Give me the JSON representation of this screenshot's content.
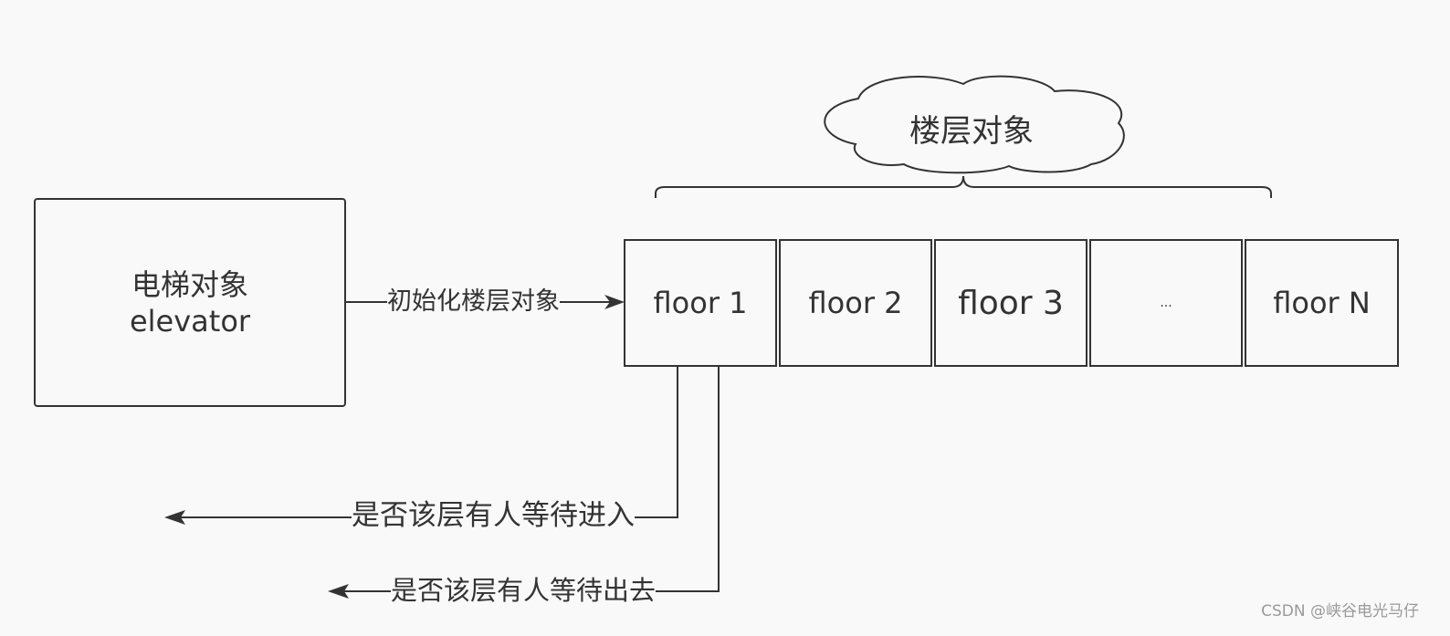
{
  "elevator": {
    "line1": "电梯对象",
    "line2": "elevator"
  },
  "floors_label": "楼层对象",
  "floors": [
    {
      "label": "floor 1"
    },
    {
      "label": "floor 2"
    },
    {
      "label": "floor 3"
    },
    {
      "label": "..."
    },
    {
      "label": "floor N"
    }
  ],
  "arrows": {
    "init": "初始化楼层对象",
    "wait_enter": "是否该层有人等待进入",
    "wait_exit": "是否该层有人等待出去"
  },
  "watermark": "CSDN @峡谷电光马仔",
  "colors": {
    "stroke": "#333333",
    "background": "#f9f9f9",
    "watermark": "#999999"
  }
}
